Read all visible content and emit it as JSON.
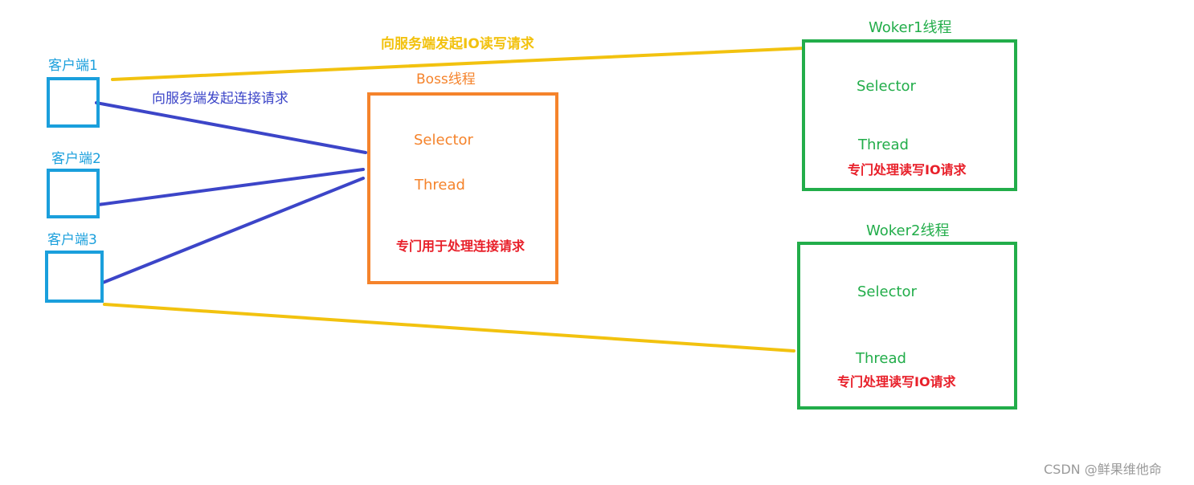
{
  "clients": [
    {
      "label": "客户端1"
    },
    {
      "label": "客户端2"
    },
    {
      "label": "客户端3"
    }
  ],
  "edges": {
    "connect_request": "向服务端发起连接请求",
    "io_request": "向服务端发起IO读写请求"
  },
  "boss": {
    "title": "Boss线程",
    "selector": "Selector",
    "thread": "Thread",
    "note": "专门用于处理连接请求"
  },
  "workers": [
    {
      "title": "Woker1线程",
      "selector": "Selector",
      "thread": "Thread",
      "note": "专门处理读写IO请求"
    },
    {
      "title": "Woker2线程",
      "selector": "Selector",
      "thread": "Thread",
      "note": "专门处理读写IO请求"
    }
  ],
  "watermark": "CSDN @鲜果维他命",
  "colors": {
    "client": "#1a9fdc",
    "boss": "#f5832b",
    "worker": "#22ad4a",
    "note": "#e8202a",
    "io_line": "#f2c20f",
    "connect_line": "#3c45c8"
  }
}
